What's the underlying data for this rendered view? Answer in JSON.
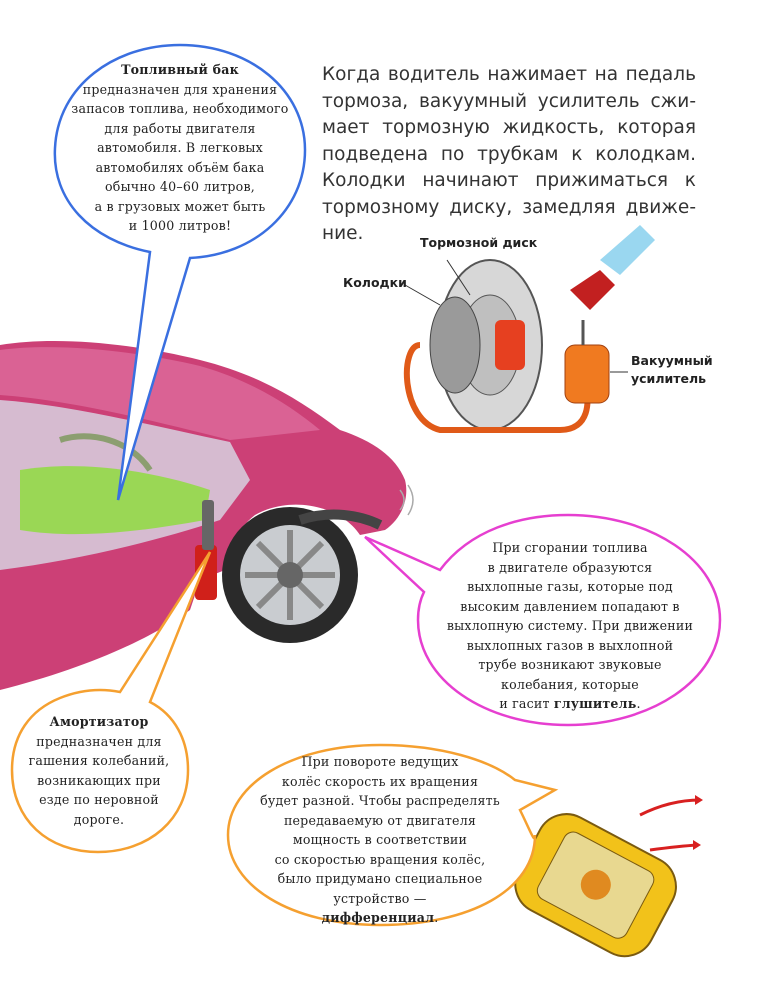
{
  "intro_paragraph": [
    "Когда водитель нажимает на педаль",
    "тормоза, вакуумный усилитель сжи-",
    "мает тормозную жидкость, которая",
    "подведена по трубкам к колодкам.",
    "Колодки начинают прижиматься к",
    "тормозному диску, замедляя движе-",
    "ние."
  ],
  "brake_diagram": {
    "disc_label": "Тормозной диск",
    "pads_label": "Колодки",
    "booster_label": [
      "Вакуумный",
      "усилитель"
    ]
  },
  "fuel_tank_bubble": {
    "title": "Топливный бак",
    "lines": [
      "предназначен для хранения",
      "запасов топлива, необходимого",
      "для работы двигателя",
      "автомобиля. В легковых",
      "автомобилях объём бака",
      "обычно 40–60 литров,",
      "а в грузовых может быть",
      "и 1000 литров!"
    ]
  },
  "muffler_bubble": {
    "lines": [
      "При сгорании топлива",
      "в двигателе образуются",
      "выхлопные газы, которые под",
      "высоким давлением попадают в",
      "выхлопную систему. При движении",
      "выхлопных газов в выхлопной",
      "трубе возникают звуковые",
      "колебания, которые"
    ],
    "last_line_prefix": "и гасит ",
    "term": "глушитель",
    "term_suffix": "."
  },
  "shock_absorber_bubble": {
    "title": "Амортизатор",
    "lines": [
      "предназначен для",
      "гашения колебаний,",
      "возникающих при",
      "езде по неровной",
      "дороге."
    ]
  },
  "differential_bubble": {
    "lines": [
      "При повороте ведущих",
      "колёс скорость их вращения",
      "будет разной. Чтобы распределять",
      "передаваемую от двигателя",
      "мощность в соответствии",
      "со скоростью вращения колёс,",
      "было придумано специальное",
      "устройство —"
    ],
    "term": "дифференциал",
    "term_suffix": "."
  },
  "colors": {
    "blue_bubble": "#3a6fe0",
    "pink_bubble": "#e63fd0",
    "orange_bubble": "#f5a030",
    "car_body": "#c8306a",
    "differential_car": "#f2c21a",
    "arrow_red": "#d82020"
  }
}
